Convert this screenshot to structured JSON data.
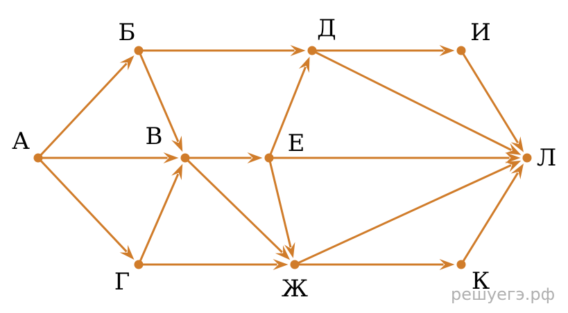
{
  "diagram": {
    "edge_color": "#d07c2a",
    "node_color": "#d07c2a",
    "nodes": [
      {
        "id": "A",
        "label": "А"
      },
      {
        "id": "B",
        "label": "Б"
      },
      {
        "id": "V",
        "label": "В"
      },
      {
        "id": "G",
        "label": "Г"
      },
      {
        "id": "D",
        "label": "Д"
      },
      {
        "id": "E",
        "label": "Е"
      },
      {
        "id": "ZH",
        "label": "Ж"
      },
      {
        "id": "I",
        "label": "И"
      },
      {
        "id": "K",
        "label": "К"
      },
      {
        "id": "L",
        "label": "Л"
      }
    ],
    "edges": [
      [
        "A",
        "B"
      ],
      [
        "A",
        "V"
      ],
      [
        "A",
        "G"
      ],
      [
        "B",
        "V"
      ],
      [
        "B",
        "D"
      ],
      [
        "G",
        "V"
      ],
      [
        "G",
        "ZH"
      ],
      [
        "V",
        "E"
      ],
      [
        "V",
        "ZH"
      ],
      [
        "E",
        "D"
      ],
      [
        "E",
        "ZH"
      ],
      [
        "E",
        "L"
      ],
      [
        "D",
        "I"
      ],
      [
        "D",
        "L"
      ],
      [
        "I",
        "L"
      ],
      [
        "ZH",
        "L"
      ],
      [
        "ZH",
        "K"
      ],
      [
        "K",
        "L"
      ]
    ]
  },
  "watermark": "решуегэ.рф"
}
